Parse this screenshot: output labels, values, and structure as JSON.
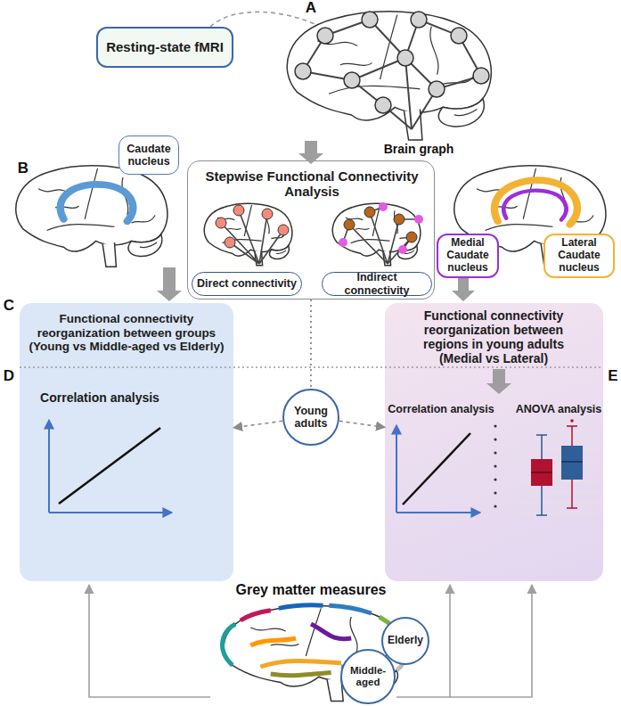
{
  "diagram": {
    "nodes": [
      {
        "text": [
          "Resting-state fMRI"
        ]
      },
      {
        "text": [
          "Stepwise Functional Connectivity Analysis"
        ]
      },
      {
        "text": [
          "Direct connectivity"
        ],
        "in": 1
      },
      {
        "text": [
          "Indirect connectivity"
        ],
        "in": 1
      },
      {
        "text": [
          "Caudate nucleus"
        ]
      },
      {
        "text": [
          "Medial Caudate nucleus"
        ]
      },
      {
        "text": [
          "Lateral Caudate nucleus"
        ]
      },
      {
        "text": [
          "Functional connectivity reorganization between groups (Young vs Middle-aged vs Elderly)",
          "Correlation analysis"
        ]
      },
      {
        "text": [
          "Functional connectivity reorganization between regions in young adults (Medial vs Lateral)",
          "Correlation analysis",
          "ANOVA analysis"
        ]
      },
      {
        "text": [
          "Young adults"
        ]
      },
      {
        "text": [
          "Elderly"
        ]
      },
      {
        "text": [
          "Middle-aged"
        ]
      }
    ],
    "edges": [
      {
        "from": 1,
        "to": 9,
        "arrow": "none"
      },
      {
        "from": 9,
        "to": 7,
        "arrow": "to"
      },
      {
        "from": 9,
        "to": 8,
        "arrow": "to"
      }
    ],
    "labels": [
      "A",
      "B",
      "C",
      "D",
      "E",
      "Brain graph",
      "Grey matter measures"
    ]
  }
}
